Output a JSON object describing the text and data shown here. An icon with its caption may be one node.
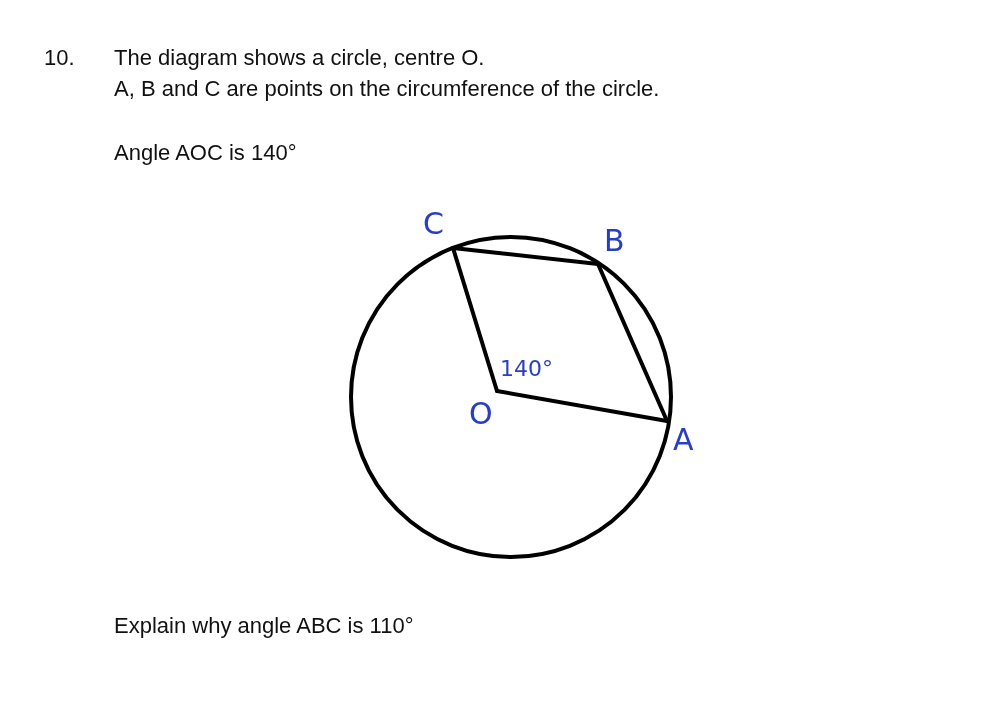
{
  "diagram": {
    "nodes": [
      {
        "text": [
          "C"
        ]
      },
      {
        "text": [
          "B"
        ]
      },
      {
        "text": [
          "A"
        ]
      },
      {
        "text": [
          "O"
        ]
      }
    ],
    "edges": [
      {
        "from": 0,
        "to": 1,
        "arrow": "none"
      },
      {
        "from": 1,
        "to": 2,
        "arrow": "none"
      },
      {
        "from": 3,
        "to": 2,
        "arrow": "none"
      },
      {
        "from": 3,
        "to": 0,
        "arrow": "none"
      }
    ],
    "labels": [
      "10.",
      "The diagram shows a circle, centre O.",
      "A, B and C are points on the circumference of the circle.",
      "Angle AOC is 140°",
      "140°",
      "Explain why angle ABC is 110°"
    ]
  }
}
